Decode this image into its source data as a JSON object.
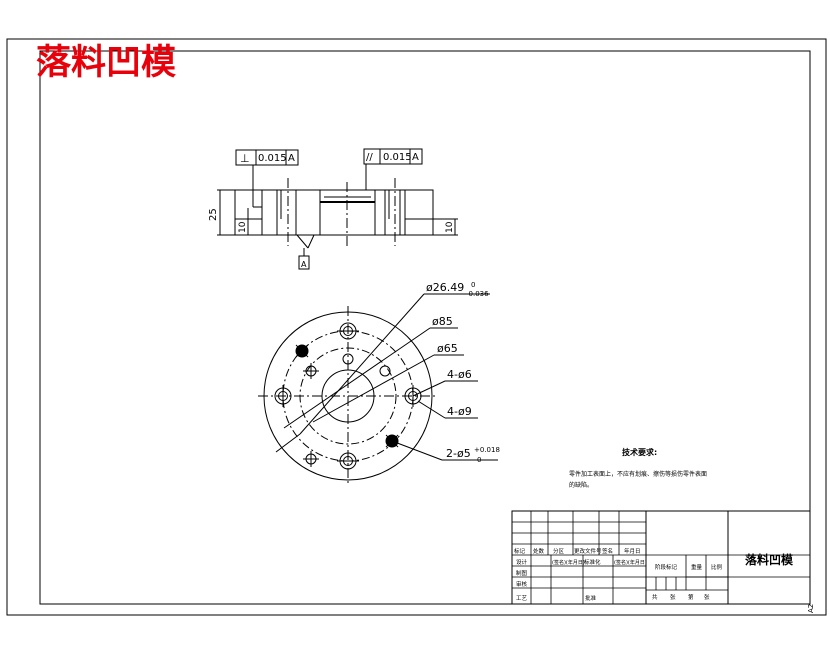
{
  "watermark_title": "落料凹模",
  "colors": {
    "title": "#e8000a",
    "line": "#000000",
    "paper": "#ffffff"
  },
  "sheet_size": "A2",
  "side_view": {
    "perp_tolerance": {
      "symbol": "⊥",
      "value": "0.015",
      "datum": "A"
    },
    "parallel_tolerance": {
      "symbol": "//",
      "value": "0.015",
      "datum": "A"
    },
    "dim_height": "25",
    "dim_left_step": "10",
    "dim_right_step": "10",
    "datum_label": "A"
  },
  "top_view": {
    "dim_bore": "ø26.49",
    "dim_bore_upper": "0",
    "dim_bore_lower": "-0.036",
    "dim_pcd_outer": "ø85",
    "dim_pcd_inner": "ø65",
    "dim_small_holes": "4-ø6",
    "dim_counterbore": "4-ø9",
    "dim_pins": "2-ø5",
    "dim_pins_upper": "+0.018",
    "dim_pins_lower": "0"
  },
  "tech_req": {
    "title": "技术要求:",
    "line1": "零件加工表面上，不应有划痕、擦伤等损伤零件表面",
    "line2": "的缺陷。"
  },
  "title_block": {
    "part_name": "落料凹模",
    "row_mark": "标记",
    "row_count": "处数",
    "row_zone": "分区",
    "row_change_doc": "更改文件号",
    "row_sign": "签名",
    "row_date": "年月日",
    "design": "设计",
    "sign_date": "(签名)(年月日)",
    "standardize": "标准化",
    "sign_date2": "(签名)(年月日)",
    "stage_mark": "阶段标记",
    "weight": "重量",
    "scale": "比例",
    "drawing": "制图",
    "check": "审核",
    "process": "工艺",
    "approve": "批准",
    "total": "共",
    "sheets": "张",
    "page": "第",
    "sheet": "张"
  }
}
